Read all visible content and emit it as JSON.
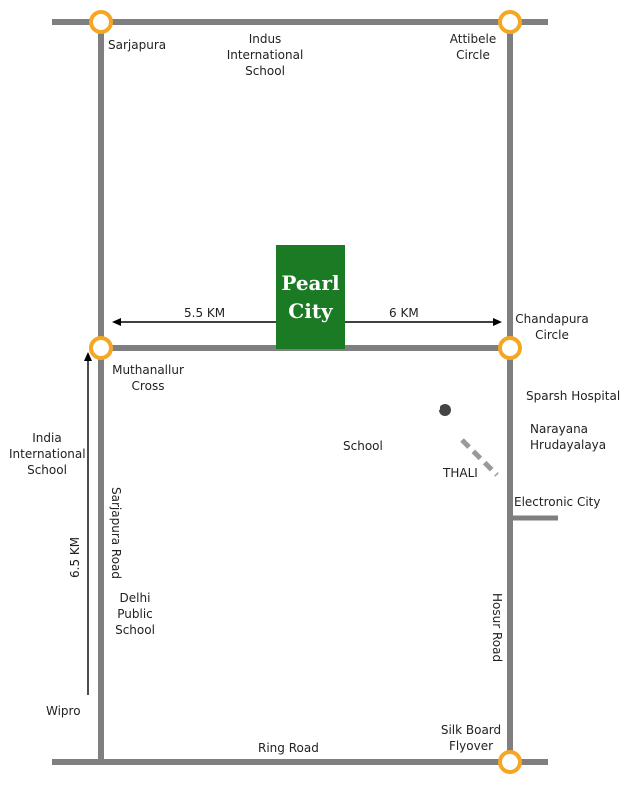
{
  "project": {
    "line1": "Pearl",
    "line2": "City"
  },
  "colors": {
    "road": "#7f7f7f",
    "node": "#f5a623",
    "project_box": "#1b7a24"
  },
  "places": {
    "sarjapura": "Sarjapura",
    "indus_school": [
      "Indus",
      "International",
      "School"
    ],
    "attibele": [
      "Attibele",
      "Circle"
    ],
    "chandapura": [
      "Chandapura",
      "Circle"
    ],
    "muthanallur": [
      "Muthanallur",
      "Cross"
    ],
    "sparsh": "Sparsh Hospital",
    "narayana": [
      "Narayana",
      "Hrudayalaya"
    ],
    "india_school": [
      "India",
      "International",
      "School"
    ],
    "school": "School",
    "thali": "THALI",
    "electronic_city": "Electronic City",
    "delhi_school": [
      "Delhi",
      "Public",
      "School"
    ],
    "wipro": "Wipro",
    "silk_board": [
      "Silk Board",
      "Flyover"
    ],
    "ring_road": "Ring Road",
    "sarjapura_road": "Sarjapura Road",
    "hosur_road": "Hosur Road"
  },
  "distances": {
    "left": "5.5 KM",
    "right": "6 KM",
    "vertical": "6.5 KM"
  }
}
